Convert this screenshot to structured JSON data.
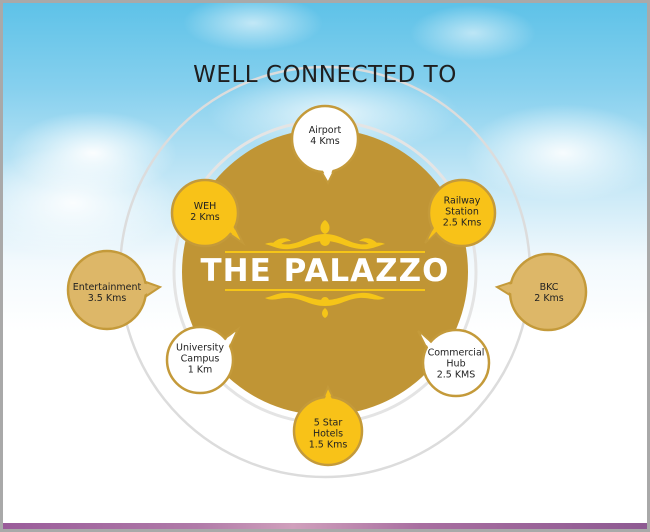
{
  "title": "WELL CONNECTED TO",
  "center": {
    "name": "THE PALAZZO",
    "color": "#c09535",
    "accent": "#f5c518"
  },
  "locations": [
    {
      "id": "airport",
      "lines": [
        "Airport",
        "4 Kms"
      ],
      "fill": "#ffffff"
    },
    {
      "id": "weh",
      "lines": [
        "WEH",
        "2 Kms"
      ],
      "fill": "#f8c218"
    },
    {
      "id": "railway",
      "lines": [
        "Railway",
        "Station",
        "2.5 Kms"
      ],
      "fill": "#f8c218"
    },
    {
      "id": "entertainment",
      "lines": [
        "Entertainment",
        "3.5 Kms"
      ],
      "fill": "#ddb768"
    },
    {
      "id": "bkc",
      "lines": [
        "BKC",
        "2 Kms"
      ],
      "fill": "#ddb768"
    },
    {
      "id": "university",
      "lines": [
        "University",
        "Campus",
        "1 Km"
      ],
      "fill": "#ffffff"
    },
    {
      "id": "commercial",
      "lines": [
        "Commercial",
        "Hub",
        "2.5 KMS"
      ],
      "fill": "#ffffff"
    },
    {
      "id": "hotels",
      "lines": [
        "5 Star",
        "Hotels",
        "1.5 Kms"
      ],
      "fill": "#f8c218"
    }
  ],
  "colors": {
    "bubble_border": "#c49a3a",
    "ring": "#d9d9d9",
    "text": "#222222"
  }
}
